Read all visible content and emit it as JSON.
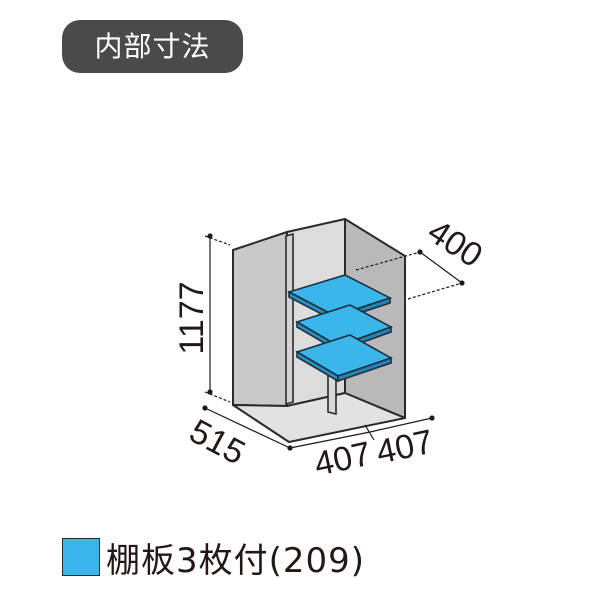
{
  "header": {
    "label": "内部寸法"
  },
  "dimensions": {
    "height": "1177",
    "depth": "515",
    "width_left": "407",
    "width_right": "407",
    "shelf_depth": "400"
  },
  "legend": {
    "text": "棚板3枚付(209)",
    "swatch_color": "#3bb6ea"
  }
}
